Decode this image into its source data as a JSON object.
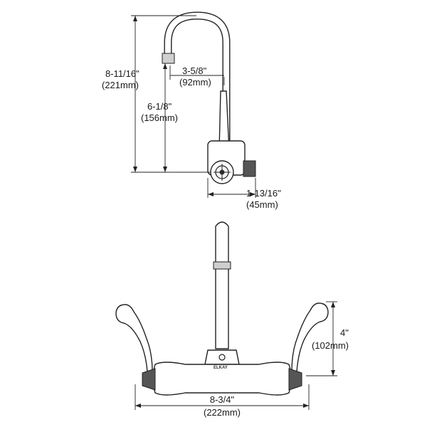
{
  "side_view": {
    "overall_height": {
      "inches": "8-11/16\"",
      "mm": "(221mm)"
    },
    "spout_reach": {
      "inches": "3-5/8\"",
      "mm": "(92mm)"
    },
    "outlet_height": {
      "inches": "6-1/8\"",
      "mm": "(156mm)"
    },
    "inlet_depth": {
      "inches": "1-13/16\"",
      "mm": "(45mm)"
    }
  },
  "front_view": {
    "brand_logo": "ELKAY",
    "handle_height": {
      "inches": "4\"",
      "mm": "(102mm)"
    },
    "overall_width": {
      "inches": "8-3/4\"",
      "mm": "(222mm)"
    }
  }
}
